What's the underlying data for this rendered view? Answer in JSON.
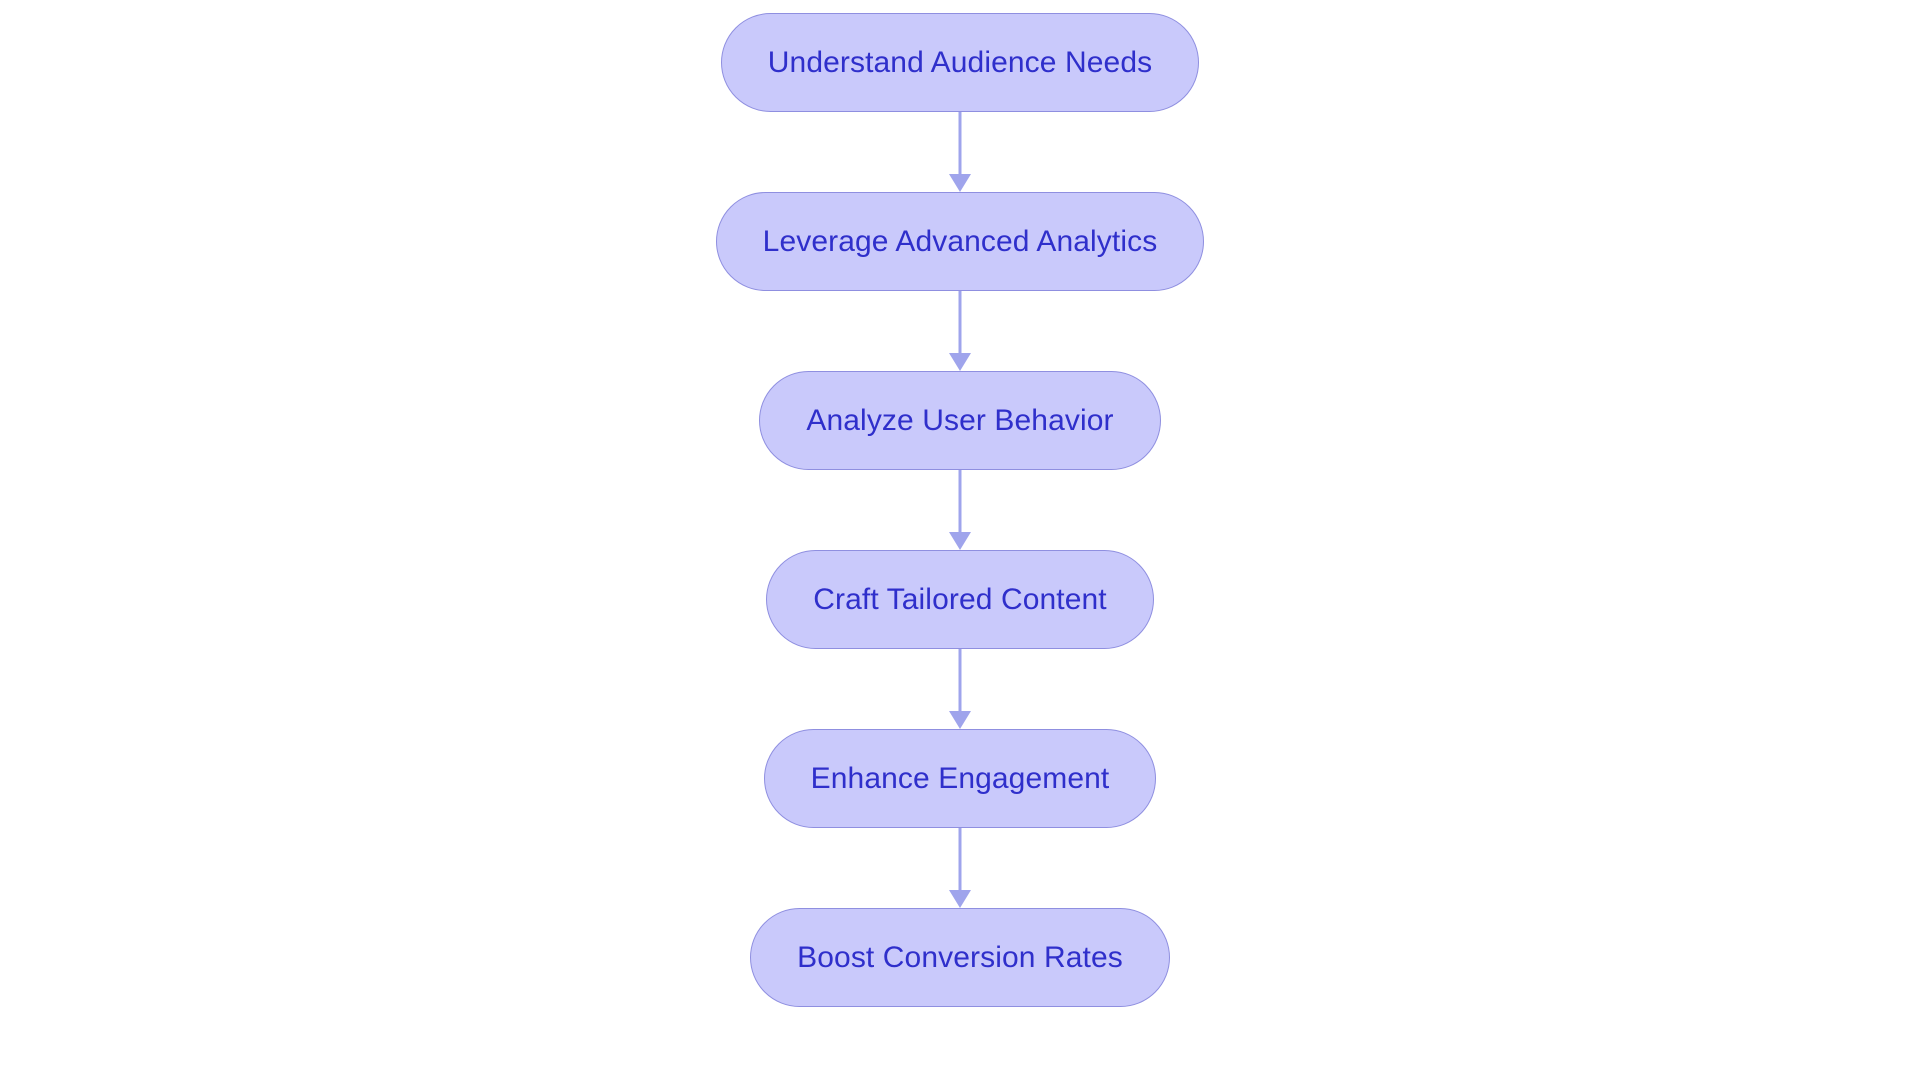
{
  "diagram": {
    "type": "flowchart",
    "orientation": "vertical-top-to-bottom",
    "background_color": "#ffffff",
    "node_fill_color": "#c9c9fb",
    "node_border_color": "#8f8fe0",
    "node_text_color": "#2f2fcb",
    "connector_color": "#9fa4ec",
    "node_shape": "stadium",
    "nodes": [
      {
        "id": "node-0",
        "label": "Understand Audience Needs"
      },
      {
        "id": "node-1",
        "label": "Leverage Advanced Analytics"
      },
      {
        "id": "node-2",
        "label": "Analyze User Behavior"
      },
      {
        "id": "node-3",
        "label": "Craft Tailored Content"
      },
      {
        "id": "node-4",
        "label": "Enhance Engagement"
      },
      {
        "id": "node-5",
        "label": "Boost Conversion Rates"
      }
    ],
    "connectors": [
      {
        "id": "connector-0",
        "from": "node-0",
        "to": "node-1",
        "arrow": "down"
      },
      {
        "id": "connector-1",
        "from": "node-1",
        "to": "node-2",
        "arrow": "down"
      },
      {
        "id": "connector-2",
        "from": "node-2",
        "to": "node-3",
        "arrow": "down"
      },
      {
        "id": "connector-3",
        "from": "node-3",
        "to": "node-4",
        "arrow": "down"
      },
      {
        "id": "connector-4",
        "from": "node-4",
        "to": "node-5",
        "arrow": "down"
      }
    ]
  }
}
